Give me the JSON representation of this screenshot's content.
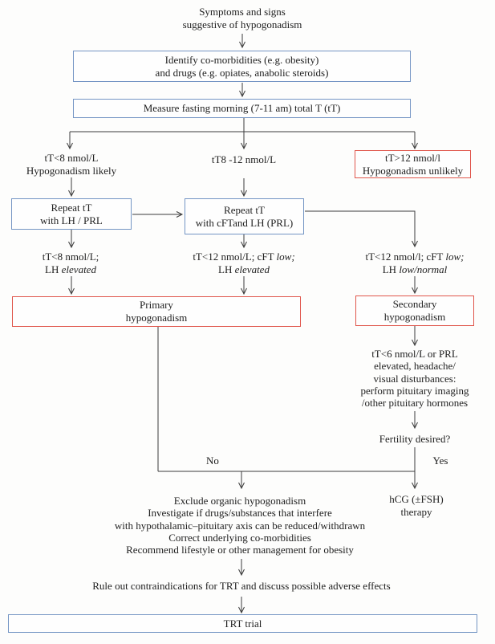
{
  "colors": {
    "box_blue_border": "#7495c4",
    "box_red_border": "#e0564c",
    "line": "#3c3c3c",
    "text": "#212121",
    "background": "#fdfdfc"
  },
  "flow": {
    "title": {
      "line1": "Symptoms and signs",
      "line2": "suggestive of hypogonadism"
    },
    "identify_box": {
      "line1": "Identify co-morbidities (e.g. obesity)",
      "line2": "and drugs (e.g. opiates, anabolic steroids)"
    },
    "measure_box": {
      "text": "Measure fasting morning (7-11 am) total T (tT)"
    },
    "branch_low": {
      "line1": "tT<8 nmol/L",
      "line2": "Hypogonadism likely"
    },
    "branch_mid": {
      "text": "tT8 -12 nmol/L"
    },
    "branch_high_box": {
      "line1": "tT>12 nmol/l",
      "line2": "Hypogonadism unlikely"
    },
    "repeat_left_box": {
      "line1": "Repeat tT",
      "line2": "with LH / PRL"
    },
    "repeat_mid_box": {
      "line1": "Repeat tT",
      "line2": "with cFTand LH (PRL)"
    },
    "criteria_left": {
      "line1": "tT<8 nmol/L;",
      "line2_prefix": "LH ",
      "line2_italic": "elevated"
    },
    "criteria_mid": {
      "line1_prefix": "tT<12 nmol/L; cFT ",
      "line1_italic": "low;",
      "line2_prefix": "LH ",
      "line2_italic": "elevated"
    },
    "criteria_right": {
      "line1_prefix": "tT<12 nmol/l; cFT ",
      "line1_italic": "low;",
      "line2_prefix": "LH ",
      "line2_italic": "low/normal"
    },
    "primary_box": {
      "line1": "Primary",
      "line2": "hypogonadism"
    },
    "secondary_box": {
      "line1": "Secondary",
      "line2": "hypogonadism"
    },
    "pituitary_note": {
      "lines": [
        "tT<6 nmol/L or PRL",
        "elevated, headache/",
        "visual disturbances:",
        "perform pituitary imaging",
        "/other pituitary hormones"
      ]
    },
    "fertility_question": "Fertility desired?",
    "no_label": "No",
    "yes_label": "Yes",
    "no_branch": {
      "lines": [
        "Exclude organic hypogonadism",
        "Investigate if drugs/substances that interfere",
        "with hypothalamic–pituitary axis can be reduced/withdrawn",
        "Correct underlying co-morbidities",
        "Recommend lifestyle or other management for obesity"
      ]
    },
    "yes_branch": {
      "line1": "hCG (±FSH)",
      "line2": "therapy"
    },
    "rule_out": "Rule out contraindications for TRT and discuss possible adverse effects",
    "trt_box": {
      "text": "TRT trial"
    }
  }
}
